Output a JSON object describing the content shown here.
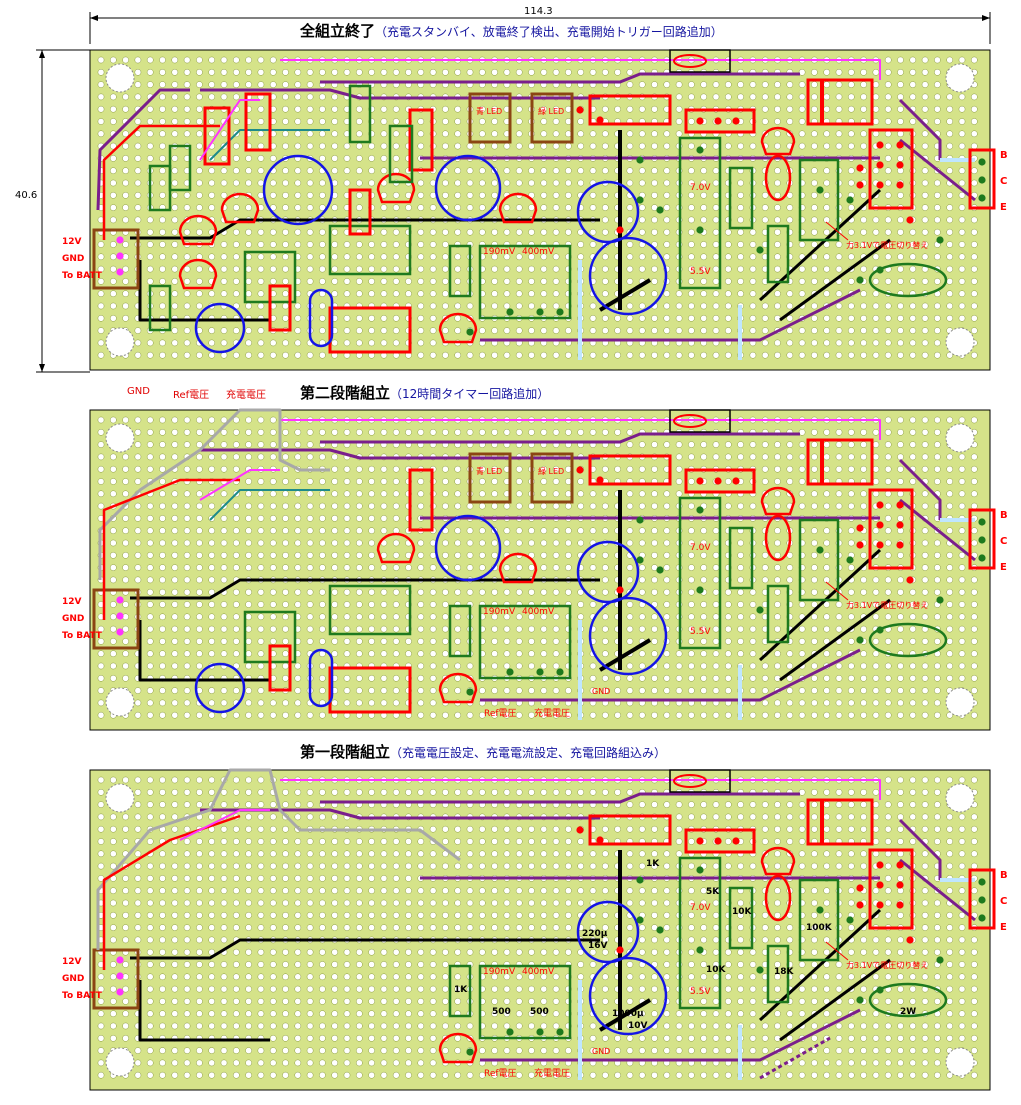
{
  "dimensions": {
    "width_label": "114.3",
    "height_label": "40.6"
  },
  "boards": [
    {
      "title": "全組立終了",
      "subtitle": "（充電スタンバイ、放電終了検出、充電開始トリガー回路追加）",
      "left_labels": [
        "12V",
        "GND",
        "To BATT"
      ],
      "right_labels": [
        "B",
        "C",
        "E"
      ],
      "led_labels": [
        "青 LED",
        "緑 LED"
      ],
      "voltage_labels": [
        "190mV",
        "400mV"
      ],
      "rail_labels": [
        "7.0V",
        "5.5V"
      ],
      "note": "力3.1Vで電圧切り替え"
    },
    {
      "title": "第二段階組立",
      "subtitle": "（12時間タイマー回路追加）",
      "top_labels": [
        "GND",
        "Ref電圧",
        "充電電圧"
      ],
      "left_labels": [
        "12V",
        "GND",
        "To BATT"
      ],
      "right_labels": [
        "B",
        "C",
        "E"
      ],
      "led_labels": [
        "青 LED",
        "緑 LED"
      ],
      "voltage_labels": [
        "190mV",
        "400mV"
      ],
      "rail_labels": [
        "7.0V",
        "5.5V"
      ],
      "note": "力3.1Vで電圧切り替え",
      "bottom_labels": [
        "GND",
        "Ref電圧",
        "充電電圧"
      ]
    },
    {
      "title": "第一段階組立",
      "subtitle": "（充電電圧設定、充電電流設定、充電回路組込み）",
      "left_labels": [
        "12V",
        "GND",
        "To BATT"
      ],
      "right_labels": [
        "B",
        "C",
        "E"
      ],
      "voltage_labels": [
        "190mV",
        "400mV"
      ],
      "rail_labels": [
        "7.0V",
        "5.5V"
      ],
      "note": "力3.1Vで電圧切り替え",
      "bottom_labels": [
        "GND",
        "Ref電圧",
        "充電電圧"
      ],
      "values": [
        "1K",
        "5K",
        "10K",
        "10K",
        "100K",
        "18K",
        "1K",
        "500",
        "500",
        "220μ",
        "16V",
        "1000μ",
        "10V",
        "2W"
      ]
    }
  ],
  "colors": {
    "board": "#d5e389",
    "hole": "#ffffff",
    "red": "#ff0000",
    "green": "#1e7a1e",
    "blue": "#1414e6",
    "purple": "#7a1e8c",
    "magenta": "#ff33ff",
    "brown": "#8b4513",
    "cyan": "#bfe6ff",
    "black": "#000000",
    "gray": "#a8a8a8"
  }
}
